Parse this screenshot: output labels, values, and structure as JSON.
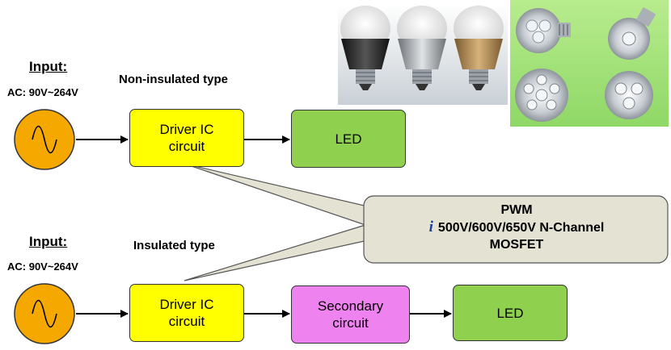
{
  "top_row": {
    "input_title": "Input:",
    "input_range": "AC: 90V~264V",
    "type_label": "Non-insulated type",
    "driver": {
      "line1": "Driver IC",
      "line2": "circuit"
    },
    "led": "LED"
  },
  "bottom_row": {
    "input_title": "Input:",
    "input_range": "AC: 90V~264V",
    "type_label": "Insulated type",
    "driver": {
      "line1": "Driver IC",
      "line2": "circuit"
    },
    "secondary": {
      "line1": "Secondary",
      "line2": "circuit"
    },
    "led": "LED"
  },
  "callout": {
    "line1": "PWM",
    "brand_glyph": "i",
    "line2": "500V/600V/650V N-Channel",
    "line3": "MOSFET"
  },
  "colors": {
    "ac_source_fill": "#f5a800",
    "driver_fill": "#ffff00",
    "led_fill": "#8fd14f",
    "secondary_fill": "#ee82ee",
    "callout_fill": "#e4e2d2"
  },
  "photos": {
    "left_subject": "three LED bulbs (black, silver, gold)",
    "right_subject": "four LED spotlights"
  }
}
